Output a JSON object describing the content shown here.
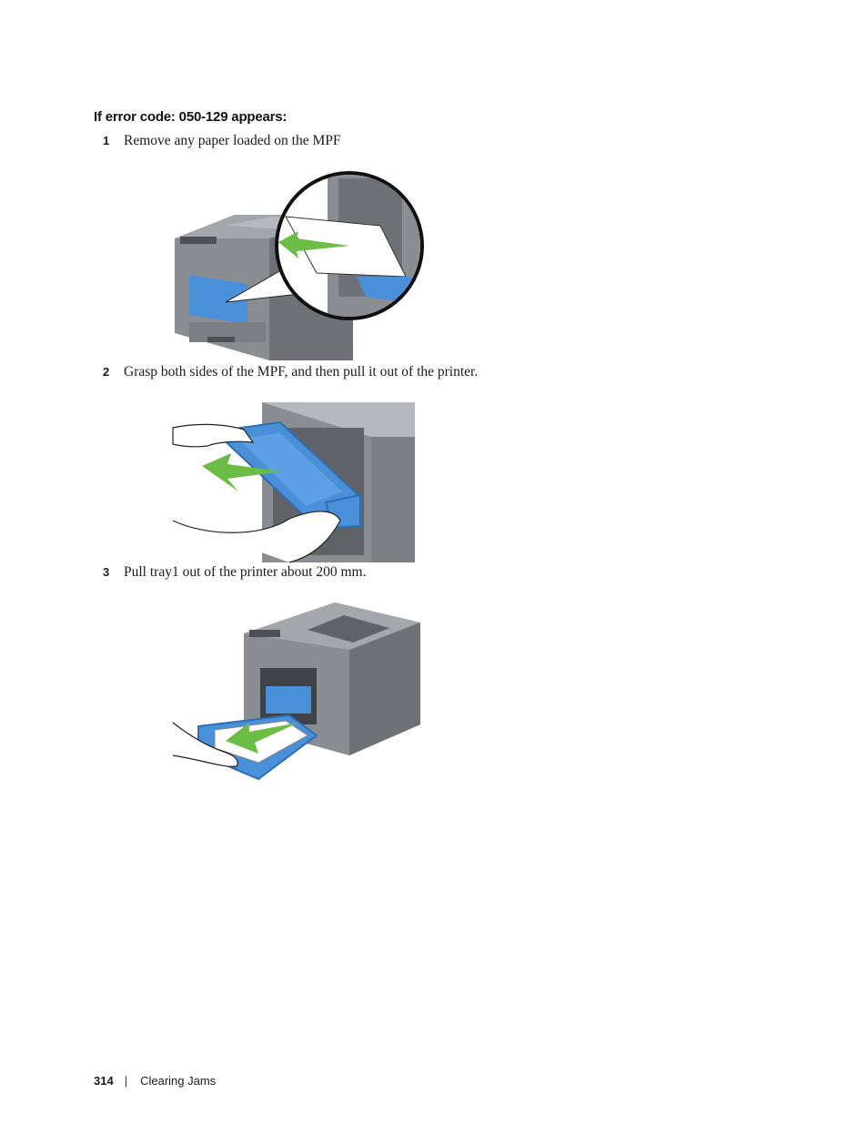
{
  "heading": "If error code: 050-129 appears:",
  "steps": [
    {
      "number": "1",
      "text": "Remove any paper loaded on the MPF"
    },
    {
      "number": "2",
      "text": "Grasp both sides of the MPF, and then pull it out of the printer."
    },
    {
      "number": "3",
      "text": "Pull tray1 out of the printer about 200 mm."
    }
  ],
  "footer": {
    "page_number": "314",
    "separator": "|",
    "section": "Clearing Jams"
  },
  "colors": {
    "printer_body": "#8a8d91",
    "printer_dark": "#5f6266",
    "mpf_blue": "#4a90d9",
    "arrow_green": "#6cbd45"
  }
}
